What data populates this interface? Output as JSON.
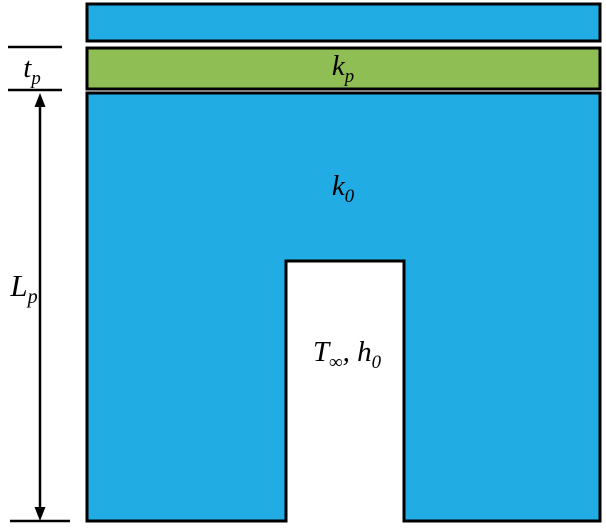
{
  "figure": {
    "title": "fin-array-heat-sink-schematic",
    "labels": {
      "kp": {
        "base": "k",
        "sub": "p"
      },
      "k0": {
        "base": "k",
        "sub": "0"
      },
      "t_inf": {
        "base": "T",
        "sub": "∞"
      },
      "h0": {
        "base": "h",
        "sub": "0"
      },
      "separator": ", ",
      "tp": {
        "base": "t",
        "sub": "p"
      },
      "Lp": {
        "base": "L",
        "sub": "p"
      }
    },
    "colors": {
      "cyan": "#21ACE3",
      "green": "#8FBE55",
      "outline": "#000000",
      "background": "#FFFFFF"
    }
  }
}
